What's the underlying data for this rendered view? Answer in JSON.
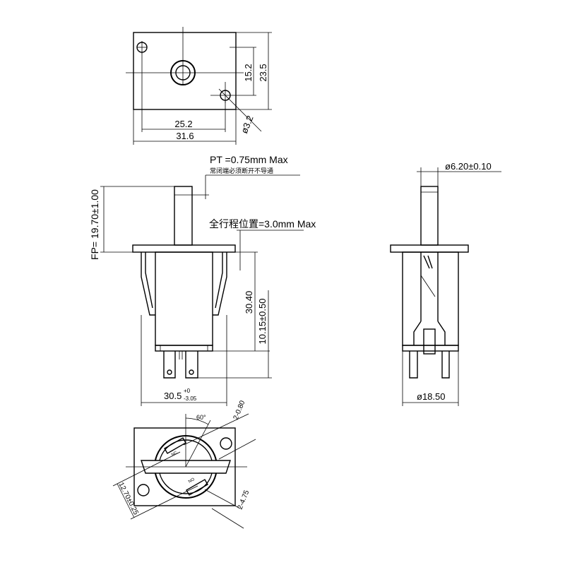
{
  "top_view": {
    "dim_hole_spacing_v": "15.2",
    "dim_height": "23.5",
    "dim_hole_spacing_h": "25.2",
    "dim_width": "31.6",
    "dim_hole_diameter": "ø3.2"
  },
  "side_view": {
    "pt_label": "PT =0.75mm Max",
    "pt_note": "常闭端必须断开不导通",
    "travel_label": "全行程位置=3.0mm Max",
    "fp_label": "FP= 19.70±1.00",
    "dim_body_height": "30.40",
    "dim_terminal": "10.15±0.50",
    "dim_width_base": "30.5",
    "dim_width_tol_upper": "+0",
    "dim_width_tol_lower": "-3.05"
  },
  "right_view": {
    "dim_plunger_diameter": "ø6.20±0.10",
    "dim_body_diameter": "ø18.50"
  },
  "bottom_view": {
    "dim_angle": "60°",
    "dim_terminal_a": "2-0.80",
    "dim_terminal_b": "2-4.75",
    "dim_spacing": "12.70±0.25",
    "terminal_label_nc": "NC",
    "terminal_label_no": "NO"
  }
}
